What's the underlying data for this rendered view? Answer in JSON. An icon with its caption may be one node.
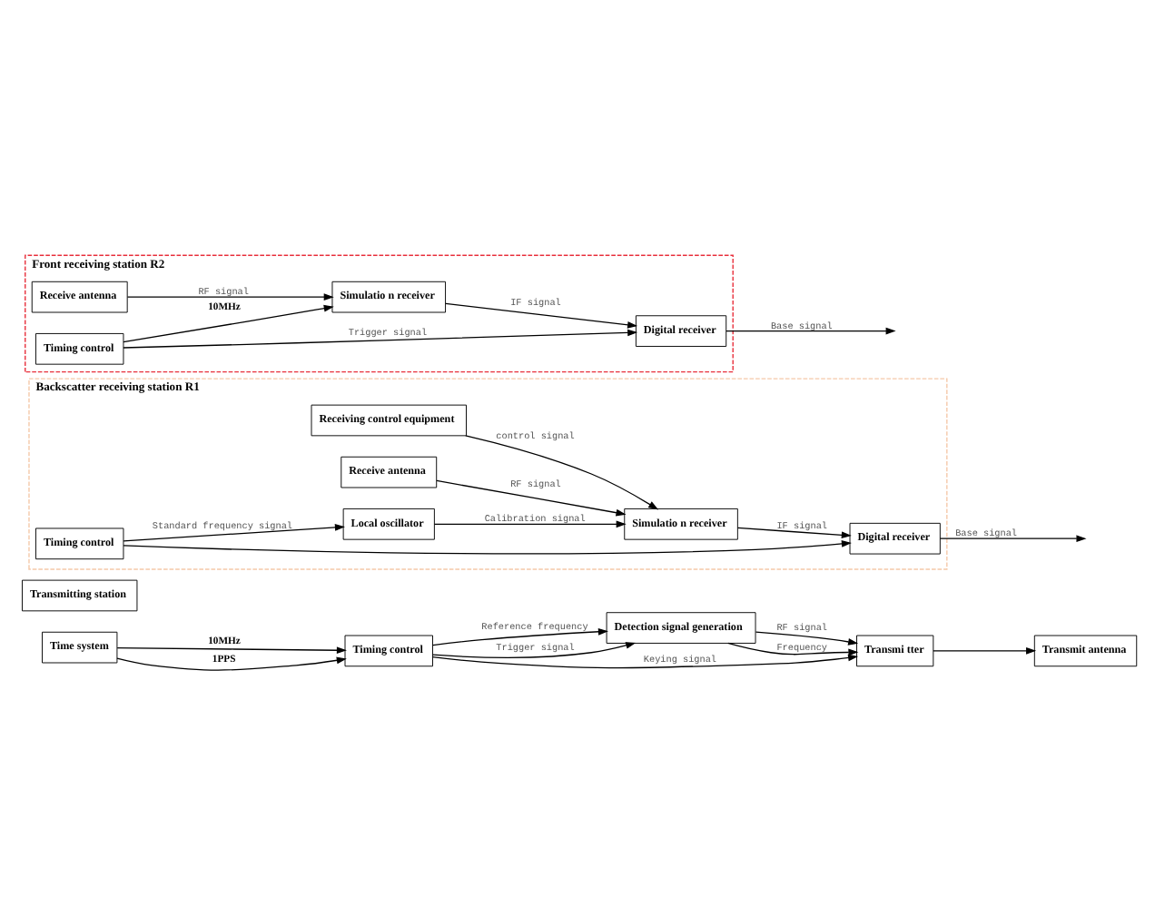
{
  "diagram": {
    "nodes": [
      {
        "text": [
          "Detection signal generation"
        ]
      },
      {
        "text": [
          "Transmi tter"
        ]
      },
      {
        "text": [
          "Transmit antenna"
        ]
      },
      {
        "text": [
          "Time system"
        ]
      },
      {
        "text": [
          "Timing control"
        ]
      },
      {
        "text": [
          "Transmitting station"
        ]
      },
      {
        "text": [
          "Backscatter receiving station R1"
        ]
      },
      {
        "text": [
          "Receiving control equipment"
        ],
        "in": 6
      },
      {
        "text": [
          "Receive antenna"
        ],
        "in": 6
      },
      {
        "text": [
          "Simulatio n receiver"
        ],
        "in": 6
      },
      {
        "text": [
          "Digital receiver"
        ],
        "in": 6
      },
      {
        "text": [
          "Local oscillator"
        ],
        "in": 6
      },
      {
        "text": [
          "Timing control"
        ],
        "in": 6
      },
      {
        "text": [
          "Front receiving station R2"
        ]
      },
      {
        "text": [
          "Receive antenna"
        ],
        "in": 13
      },
      {
        "text": [
          "Timing control"
        ],
        "in": 13
      },
      {
        "text": [
          "Simulatio n receiver"
        ],
        "in": 13
      },
      {
        "text": [
          "Digital receiver"
        ],
        "in": 13
      }
    ],
    "edges": [
      {
        "from": 0,
        "to": 1,
        "arrow": "to",
        "label": "RF signal"
      },
      {
        "from": 0,
        "to": 1,
        "arrow": "to",
        "label": "Frequency"
      },
      {
        "from": 1,
        "to": 2,
        "arrow": "to"
      },
      {
        "from": 3,
        "to": 4,
        "arrow": "to",
        "label": "10MHz"
      },
      {
        "from": 3,
        "to": 4,
        "arrow": "to",
        "label": "1PPS"
      },
      {
        "from": 4,
        "to": 0,
        "arrow": "to",
        "label": "Reference frequency"
      },
      {
        "from": 4,
        "to": 0,
        "arrow": "to",
        "label": "Trigger signal"
      },
      {
        "from": 4,
        "to": 1,
        "arrow": "to",
        "label": "Keying signal"
      },
      {
        "from": 7,
        "to": 9,
        "arrow": "to",
        "label": "control signal"
      },
      {
        "from": 8,
        "to": 9,
        "arrow": "to",
        "label": "RF signal"
      },
      {
        "from": 9,
        "to": 10,
        "arrow": "to",
        "label": "IF signal"
      },
      {
        "from": 10,
        "to": null,
        "arrow": "to",
        "label": "Base signal"
      },
      {
        "from": 11,
        "to": 9,
        "arrow": "to",
        "label": "Calibration signal"
      },
      {
        "from": 12,
        "to": 11,
        "arrow": "to",
        "label": "Standard frequency signal"
      },
      {
        "from": 12,
        "to": 10,
        "arrow": "to"
      },
      {
        "from": 14,
        "to": 16,
        "arrow": "to",
        "label": "RF signal"
      },
      {
        "from": 15,
        "to": 16,
        "arrow": "to",
        "label": "10MHz"
      },
      {
        "from": 16,
        "to": 17,
        "arrow": "to",
        "label": "IF signal"
      },
      {
        "from": 15,
        "to": 17,
        "arrow": "to",
        "label": "Trigger signal"
      },
      {
        "from": 17,
        "to": null,
        "arrow": "to",
        "label": "Base signal"
      }
    ]
  }
}
